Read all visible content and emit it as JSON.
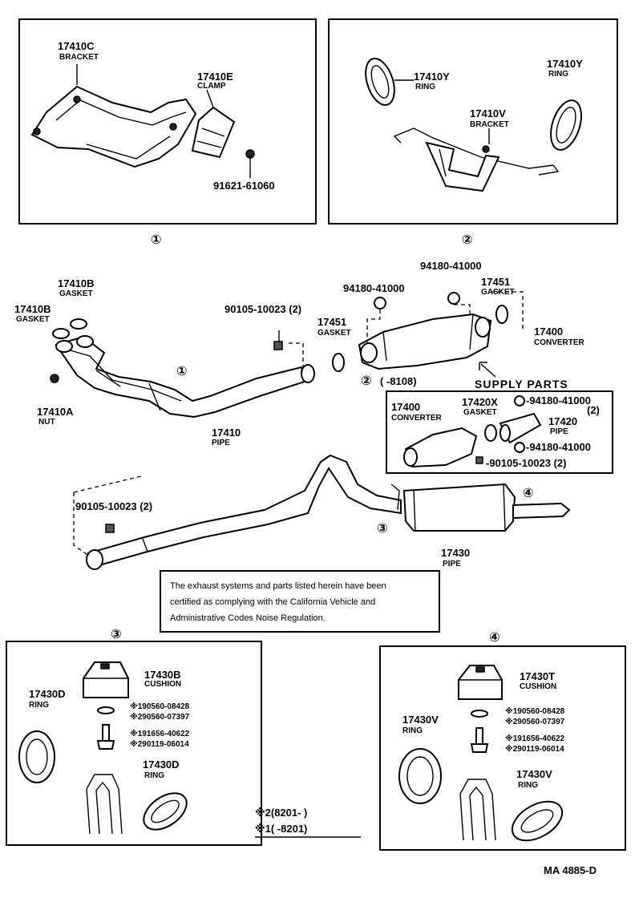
{
  "boxes": {
    "b1": {
      "marker": "①",
      "labels": [
        {
          "pn": "17410C",
          "name": "BRACKET"
        },
        {
          "pn": "17410E",
          "name": "CLAMP"
        },
        {
          "pn": "91621-61060",
          "name": ""
        }
      ]
    },
    "b2": {
      "marker": "②",
      "labels": [
        {
          "pn": "17410Y",
          "name": "RING"
        },
        {
          "pn": "17410Y",
          "name": "RING"
        },
        {
          "pn": "17410V",
          "name": "BRACKET"
        }
      ]
    },
    "b3": {
      "marker": "③",
      "labels": [
        {
          "pn": "17430B",
          "name": "CUSHION"
        },
        {
          "pn": "17430D",
          "name": "RING"
        },
        {
          "pn": "17430D",
          "name": "RING"
        }
      ],
      "refs": [
        "※190560-08428",
        "※290560-07397",
        "※191656-40622",
        "※290119-06014"
      ]
    },
    "b4": {
      "marker": "④",
      "labels": [
        {
          "pn": "17430T",
          "name": "CUSHION"
        },
        {
          "pn": "17430V",
          "name": "RING"
        },
        {
          "pn": "17430V",
          "name": "RING"
        }
      ],
      "refs": [
        "※190560-08428",
        "※290560-07397",
        "※191656-40622",
        "※290119-06014"
      ]
    }
  },
  "main": {
    "labels": [
      {
        "pn": "17410B",
        "name": "GASKET"
      },
      {
        "pn": "17410B",
        "name": "GASKET"
      },
      {
        "pn": "17410A",
        "name": "NUT"
      },
      {
        "pn": "17410",
        "name": "PIPE"
      },
      {
        "pn": "90105-10023 (2)",
        "name": ""
      },
      {
        "pn": "94180-41000",
        "name": ""
      },
      {
        "pn": "94180-41000",
        "name": ""
      },
      {
        "pn": "17451",
        "name": "GASKET"
      },
      {
        "pn": "17451",
        "name": "GASKET"
      },
      {
        "pn": "17400",
        "name": "CONVERTER"
      },
      {
        "pn": "90105-10023 (2)",
        "name": ""
      },
      {
        "pn": "17430",
        "name": "PIPE"
      }
    ],
    "markers": [
      "①",
      "②",
      "③",
      "④"
    ],
    "range_2": "(      -8108)",
    "supply_title": "SUPPLY PARTS",
    "supply": {
      "labels": [
        {
          "pn": "17400",
          "name": "CONVERTER"
        },
        {
          "pn": "17420X",
          "name": "GASKET"
        },
        {
          "pn": "17420",
          "name": "PIPE"
        }
      ],
      "refs": [
        "-94180-41000",
        "(2)",
        "-94180-41000",
        "-90105-10023 (2)"
      ]
    }
  },
  "note": [
    "The exhaust systems and parts listed herein have been",
    "certified as complying with the California Vehicle and",
    "Administrative Codes Noise Regulation."
  ],
  "legend": [
    "※2(8201-      )",
    "※1(      -8201)"
  ],
  "footer_code": "MA  4885-D"
}
